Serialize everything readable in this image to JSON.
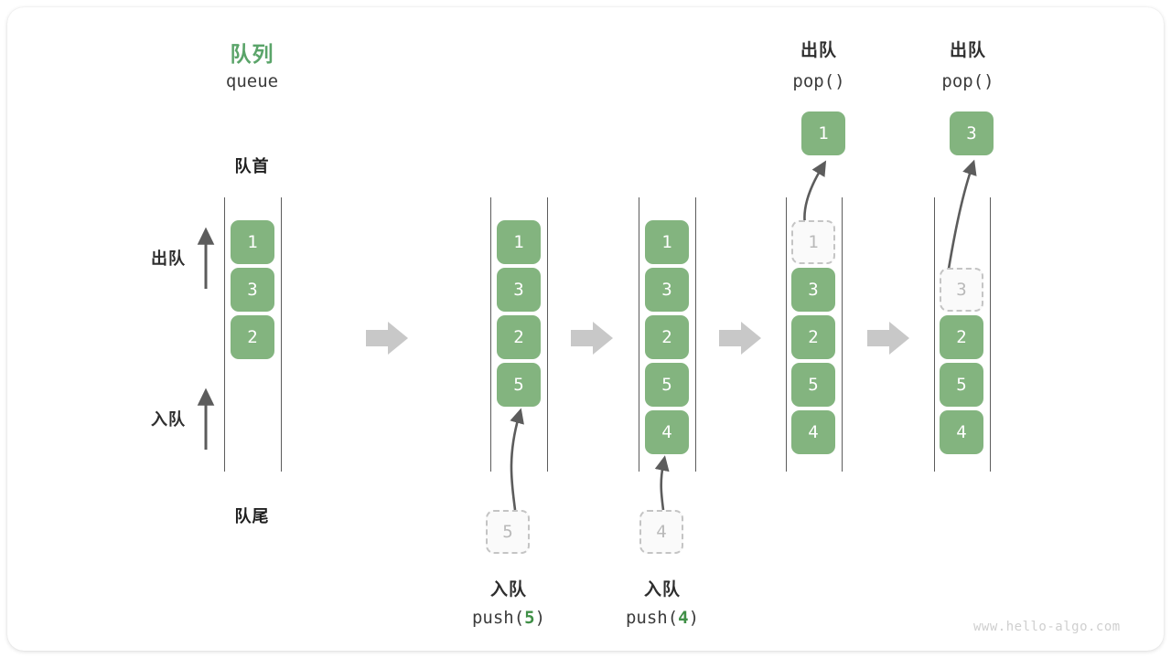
{
  "diagram": {
    "title_cn": "队列",
    "title_en": "queue",
    "front_label": "队首",
    "rear_label": "队尾",
    "dequeue_label": "出队",
    "enqueue_label": "入队",
    "watermark": "www.hello-algo.com",
    "accent_green": "#83b47f",
    "title_green": "#5aa469",
    "ghost_gray": "#b9b9b9",
    "rail_color": "#5c5c5c",
    "flow_arrow_color": "#c8c8c8"
  },
  "steps": [
    {
      "id": "initial",
      "cells": [
        {
          "value": "1",
          "state": "filled"
        },
        {
          "value": "3",
          "state": "filled"
        },
        {
          "value": "2",
          "state": "filled"
        }
      ]
    },
    {
      "id": "after-push-5",
      "caption_cn": "入队",
      "caption_code_prefix": "push(",
      "caption_code_arg": "5",
      "caption_code_suffix": ")",
      "incoming_value": "5",
      "cells": [
        {
          "value": "1",
          "state": "filled"
        },
        {
          "value": "3",
          "state": "filled"
        },
        {
          "value": "2",
          "state": "filled"
        },
        {
          "value": "5",
          "state": "filled"
        }
      ]
    },
    {
      "id": "after-push-4",
      "caption_cn": "入队",
      "caption_code_prefix": "push(",
      "caption_code_arg": "4",
      "caption_code_suffix": ")",
      "incoming_value": "4",
      "cells": [
        {
          "value": "1",
          "state": "filled"
        },
        {
          "value": "3",
          "state": "filled"
        },
        {
          "value": "2",
          "state": "filled"
        },
        {
          "value": "5",
          "state": "filled"
        },
        {
          "value": "4",
          "state": "filled"
        }
      ]
    },
    {
      "id": "after-pop-1",
      "caption_cn": "出队",
      "caption_code": "pop()",
      "popped_value": "1",
      "cells": [
        {
          "value": "1",
          "state": "ghost"
        },
        {
          "value": "3",
          "state": "filled"
        },
        {
          "value": "2",
          "state": "filled"
        },
        {
          "value": "5",
          "state": "filled"
        },
        {
          "value": "4",
          "state": "filled"
        }
      ]
    },
    {
      "id": "after-pop-3",
      "caption_cn": "出队",
      "caption_code": "pop()",
      "popped_value": "3",
      "cells": [
        {
          "value": "",
          "state": "empty"
        },
        {
          "value": "3",
          "state": "ghost"
        },
        {
          "value": "2",
          "state": "filled"
        },
        {
          "value": "5",
          "state": "filled"
        },
        {
          "value": "4",
          "state": "filled"
        }
      ]
    }
  ]
}
